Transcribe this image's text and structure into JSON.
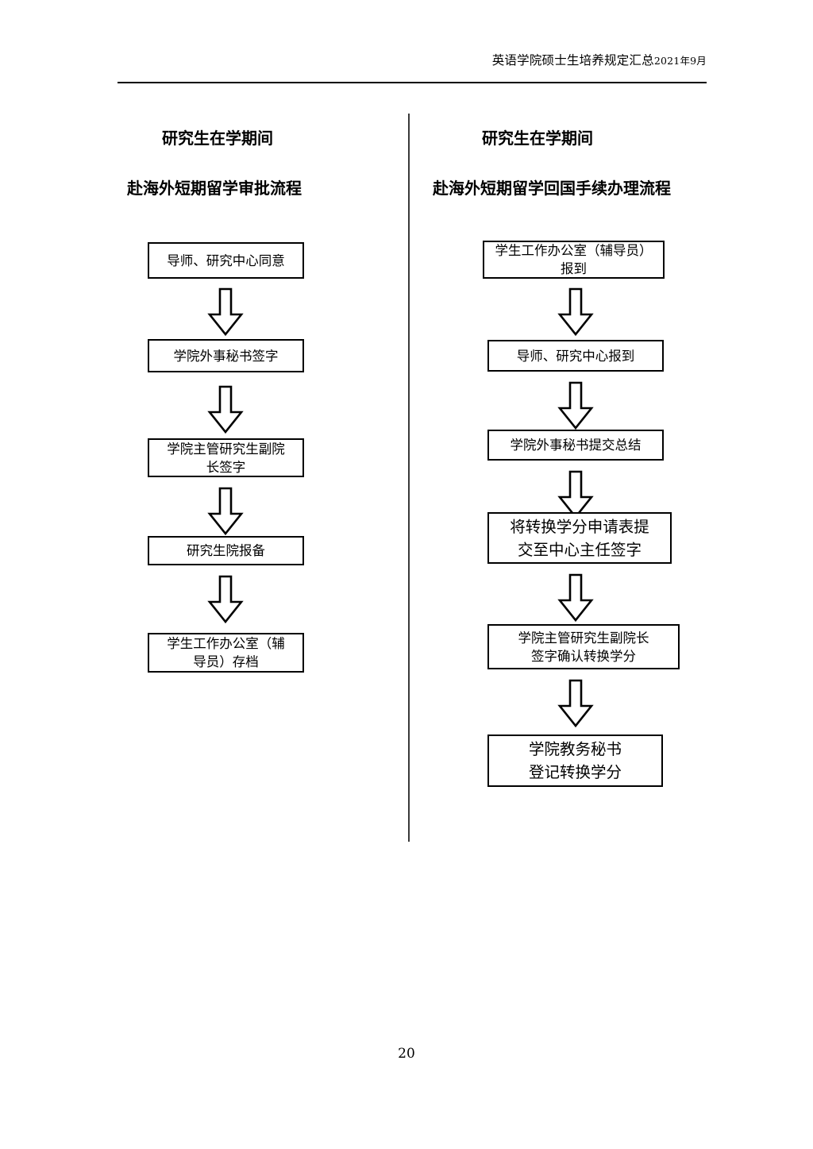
{
  "document": {
    "header_title": "英语学院硕士生培养规定汇总",
    "header_date": "2021年9月",
    "page_number": "20"
  },
  "left_column": {
    "title_line1": "研究生在学期间",
    "title_line2": "赴海外短期留学审批流程",
    "steps": [
      {
        "line1": "导师、研究中心同意",
        "line2": ""
      },
      {
        "line1": "学院外事秘书签字",
        "line2": ""
      },
      {
        "line1": "学院主管研究生副院",
        "line2": "长签字"
      },
      {
        "line1": "研究生院报备",
        "line2": ""
      },
      {
        "line1": "学生工作办公室（辅",
        "line2": "导员）存档"
      }
    ],
    "arrow_labels": [
      "down-arrow",
      "down-arrow",
      "down-arrow",
      "down-arrow"
    ]
  },
  "right_column": {
    "title_line1": "研究生在学期间",
    "title_line2": "赴海外短期留学回国手续办理流程",
    "steps": [
      {
        "line1": "学生工作办公室（辅导员）",
        "line2": "报到"
      },
      {
        "line1": "导师、研究中心报到",
        "line2": ""
      },
      {
        "line1": "学院外事秘书提交总结",
        "line2": ""
      },
      {
        "line1": "将转换学分申请表提",
        "line2": "交至中心主任签字"
      },
      {
        "line1": "学院主管研究生副院长",
        "line2": "签字确认转换学分"
      },
      {
        "line1": "学院教务秘书",
        "line2": "登记转换学分"
      }
    ],
    "arrow_labels": [
      "down-arrow",
      "down-arrow",
      "down-arrow",
      "down-arrow",
      "down-arrow"
    ]
  },
  "colors": {
    "ink": "#000000",
    "divider": "#3a3a3a",
    "paper": "#ffffff"
  }
}
